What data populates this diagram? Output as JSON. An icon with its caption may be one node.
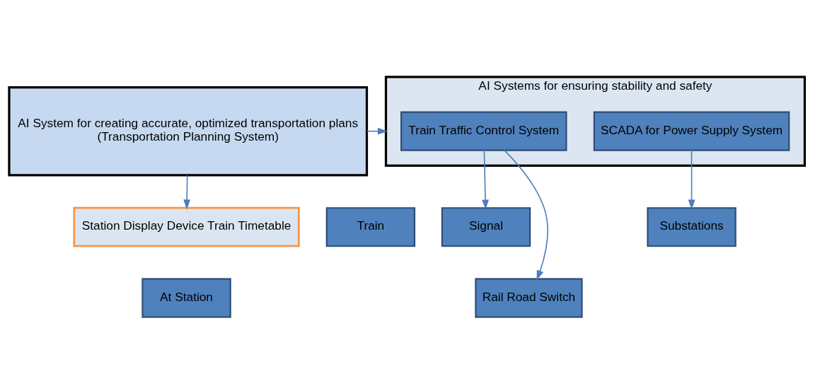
{
  "diagram": {
    "nodes": [
      {
        "text": [
          "AI System for creating accurate, optimized transportation plans",
          "(Transportation Planning System)"
        ]
      },
      {
        "text": [
          "Station Display Device Train Timetable"
        ]
      },
      {
        "text": [
          "At Station"
        ]
      },
      {
        "text": [
          "AI Systems for ensuring stability and safety"
        ]
      },
      {
        "text": [
          "Train Traffic Control System"
        ],
        "in": 3
      },
      {
        "text": [
          "SCADA for Power Supply System"
        ],
        "in": 3
      },
      {
        "text": [
          "Train"
        ]
      },
      {
        "text": [
          "Signal"
        ]
      },
      {
        "text": [
          "Substations"
        ]
      },
      {
        "text": [
          "Rail Road Switch"
        ]
      }
    ],
    "edges": [
      {
        "from": 0,
        "to": 3,
        "arrow": "to"
      },
      {
        "from": 0,
        "to": 1,
        "arrow": "to"
      },
      {
        "from": 4,
        "to": 7,
        "arrow": "to"
      },
      {
        "from": 4,
        "to": 9,
        "arrow": "to"
      },
      {
        "from": 5,
        "to": 8,
        "arrow": "to"
      }
    ]
  }
}
